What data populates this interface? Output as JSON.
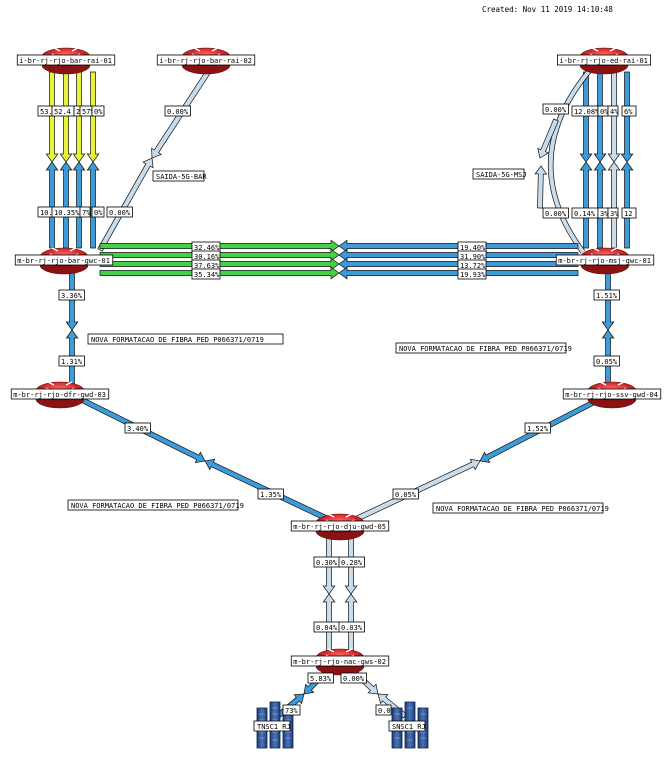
{
  "created": "Created: Nov 11 2019 14:10:48",
  "colors": {
    "blue_link": "#3c9bd8",
    "light_blue_link": "#c9dcec",
    "yellow_link": "#e8f23a",
    "green_link": "#44d244",
    "router_red": "#d42a2a",
    "server_blue": "#2d4f8f"
  },
  "nodes": {
    "n1": "i-br-rj-rjo-bar-rai-01",
    "n2": "i-br-rj-rjo-bar-rai-02",
    "n3": "i-br-rj-rjo-ed-rai-01",
    "n4": "m-br-rj-rjo-bar-gwc-01",
    "n5": "m-br-rj-rjo-msj-gwc-01",
    "n6": "m-br-rj-rjo-dfr-gwd-03",
    "n7": "m-br-rj-rjo-ssv-gwd-04",
    "n8": "m-br-rj-rjo-dju-gwd-05",
    "n9": "m-br-rj-rjo-nac-gws-02",
    "s1": "TNSC1_RJ",
    "s2": "SNSC1_RJ"
  },
  "notes": {
    "saida_bar": "SAIDA-5G-BAR",
    "saida_msj": "SAIDA-5G-MSJ",
    "nova1": "NOVA FORMATACAO DE FIBRA PED P066371/0719",
    "nova2": "NOVA FORMATACAO DE FIBRA PED P066371/0719",
    "nova3": "NOVA FORMATACAO DE FIBRA PED P066371/0719",
    "nova4": "NOVA FORMATACAO DE FIBRA PED P066371/0719"
  },
  "pct": {
    "t1": "53.",
    "t2": "52.4",
    "t3": "2%",
    "t4": "57%",
    "t5": "0%",
    "t6": "0.00%",
    "b1": "10.",
    "b2": "10.35%",
    "b3": "7%",
    "b4": "0%",
    "b5": "0.00%",
    "rt1": "0.00%",
    "rt2": "12.08%",
    "rt3": "0%",
    "rt4": "4%",
    "rt5": "6%",
    "rb1": "0.00%",
    "rb2": "0.14%",
    "rb3": "3%",
    "rb4": "3%",
    "rb5": "12",
    "g1": "32.46%",
    "g2": "30.16%",
    "g3": "37.63%",
    "g4": "35.34%",
    "h1": "19.40%",
    "h2": "31.90%",
    "h3": "13.72%",
    "h4": "19.93%",
    "v1a": "3.36%",
    "v1b": "1.31%",
    "v2a": "1.51%",
    "v2b": "0.05%",
    "d1": "3.40%",
    "d2": "1.35%",
    "d3": "1.52%",
    "d4": "0.05%",
    "w1": "0.30%",
    "w2": "0.28%",
    "w3": "0.04%",
    "w4": "0.03%",
    "z1": "5.83%",
    "z2": "0.00%",
    "z3": "73%",
    "z4": "0.0"
  }
}
